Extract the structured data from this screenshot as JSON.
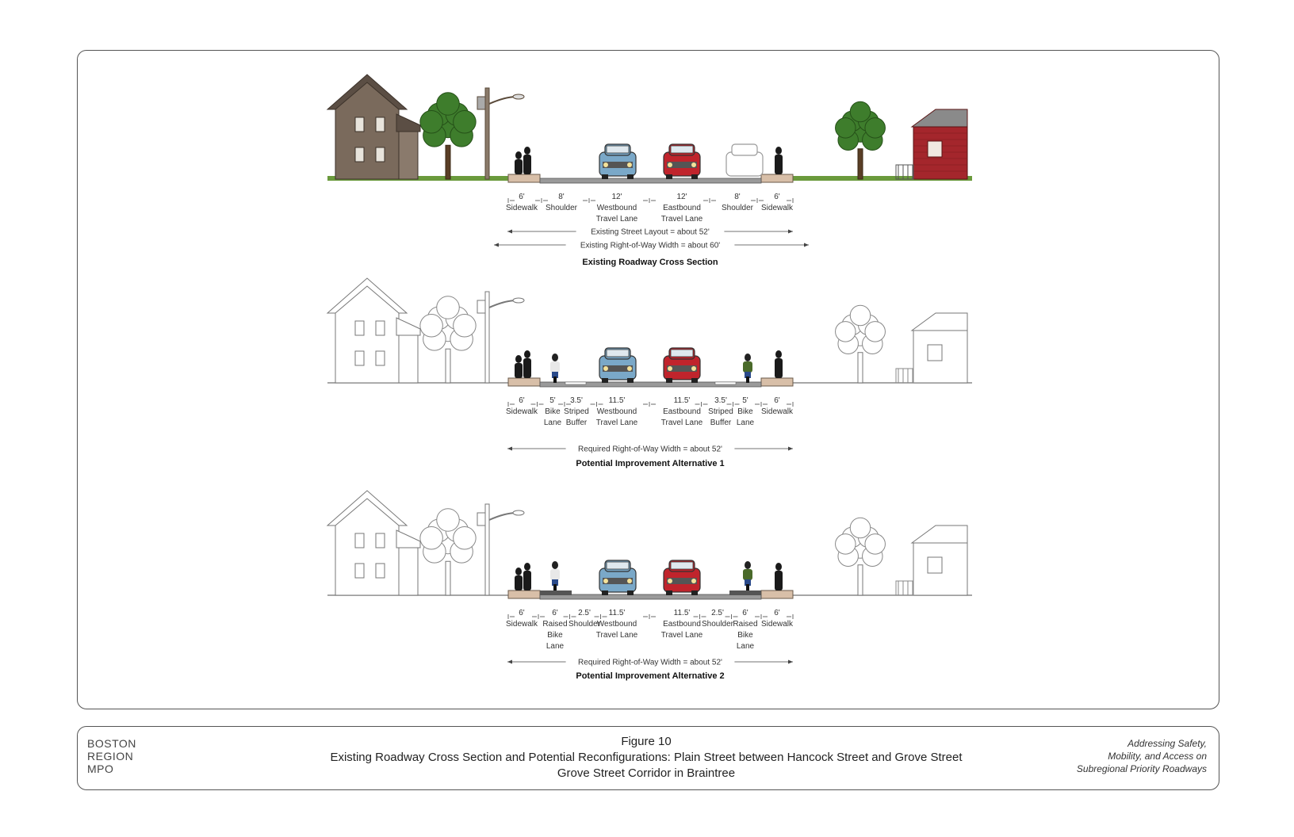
{
  "sections": [
    {
      "caption": "Existing Roadway Cross Section",
      "labels": [
        [
          "6'",
          "Sidewalk"
        ],
        [
          "8'",
          "Shoulder"
        ],
        [
          "12'",
          "Westbound",
          "Travel Lane"
        ],
        [
          "12'",
          "Eastbound",
          "Travel Lane"
        ],
        [
          "8'",
          "Shoulder"
        ],
        [
          "6'",
          "Sidewalk"
        ]
      ],
      "dims": [
        "Existing Street Layout = about 52'",
        "Existing Right-of-Way Width = about 60'"
      ]
    },
    {
      "caption": "Potential Improvement Alternative 1",
      "labels": [
        [
          "6'",
          "Sidewalk"
        ],
        [
          "5'",
          "Bike",
          "Lane"
        ],
        [
          "3.5'",
          "Striped",
          "Buffer"
        ],
        [
          "11.5'",
          "Westbound",
          "Travel Lane"
        ],
        [
          "11.5'",
          "Eastbound",
          "Travel Lane"
        ],
        [
          "3.5'",
          "Striped",
          "Buffer"
        ],
        [
          "5'",
          "Bike",
          "Lane"
        ],
        [
          "6'",
          "Sidewalk"
        ]
      ],
      "dims": [
        "Required Right-of-Way Width = about 52'"
      ]
    },
    {
      "caption": "Potential Improvement Alternative 2",
      "labels": [
        [
          "6'",
          "Sidewalk"
        ],
        [
          "6'",
          "Raised",
          "Bike",
          "Lane"
        ],
        [
          "2.5'",
          "Shoulder"
        ],
        [
          "11.5'",
          "Westbound",
          "Travel Lane"
        ],
        [
          "11.5'",
          "Eastbound",
          "Travel Lane"
        ],
        [
          "2.5'",
          "Shoulder"
        ],
        [
          "6'",
          "Raised",
          "Bike",
          "Lane"
        ],
        [
          "6'",
          "Sidewalk"
        ]
      ],
      "dims": [
        "Required Right-of-Way Width = about 52'"
      ]
    }
  ],
  "footer": {
    "brand": [
      "BOSTON",
      "REGION",
      "MPO"
    ],
    "figure": "Figure 10",
    "title": "Existing Roadway Cross Section and Potential Reconfigurations: Plain Street between Hancock Street and Grove Street",
    "subtitle": "Grove Street Corridor in Braintree",
    "right": [
      "Addressing Safety,",
      "Mobility, and Access on",
      "Subregional Priority Roadways"
    ]
  },
  "colors": {
    "grass": "#6a9a3c",
    "road": "#9a9a9a",
    "curb": "#d8bfa8",
    "house_left": "#7a6a5c",
    "house_right": "#a4262c",
    "tree": "#3e7d2c",
    "car_blue": "#7aa8c8",
    "car_red": "#c0242c"
  }
}
